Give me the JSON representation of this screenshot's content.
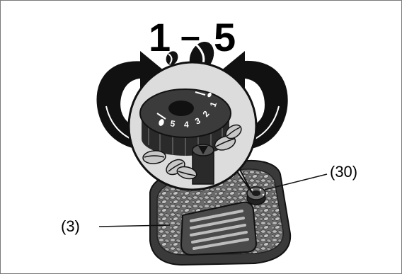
{
  "header": {
    "range_min": "1",
    "range_dash": "–",
    "range_max": "5"
  },
  "dial": {
    "markings": [
      "1",
      "2",
      "3",
      "4",
      "5"
    ]
  },
  "callouts": {
    "grinder_knob": "(30)",
    "bean_container": "(3)"
  },
  "icons": [
    "rotate-counterclockwise-arrow-icon",
    "rotate-clockwise-arrow-icon",
    "coffee-bean-small-icon",
    "coffee-bean-large-icon"
  ],
  "colors": {
    "frame": "#7a7a7a",
    "ink": "#111111",
    "container": "#3a3a3a",
    "beans": "#8a8a8a",
    "magnifier": "#dcdcdc"
  }
}
